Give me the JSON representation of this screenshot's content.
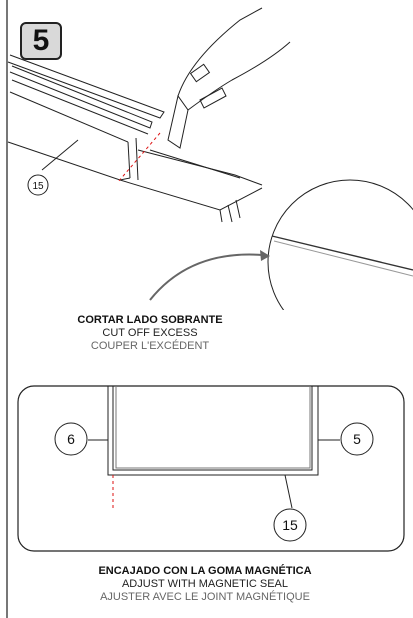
{
  "step": {
    "number": "5"
  },
  "top_illustration": {
    "callout": "15"
  },
  "top_caption": {
    "es": "CORTAR LADO SOBRANTE",
    "en": "CUT OFF EXCESS",
    "fr": "COUPER L'EXCÉDENT"
  },
  "bottom_illustration": {
    "callout_left": "6",
    "callout_right": "5",
    "callout_bottom": "15"
  },
  "bottom_caption": {
    "es": "ENCAJADO CON LA GOMA MAGNÉTICA",
    "en": "ADJUST WITH MAGNETIC SEAL",
    "fr": "AJUSTER AVEC LE JOINT MAGNÉTIQUE"
  }
}
